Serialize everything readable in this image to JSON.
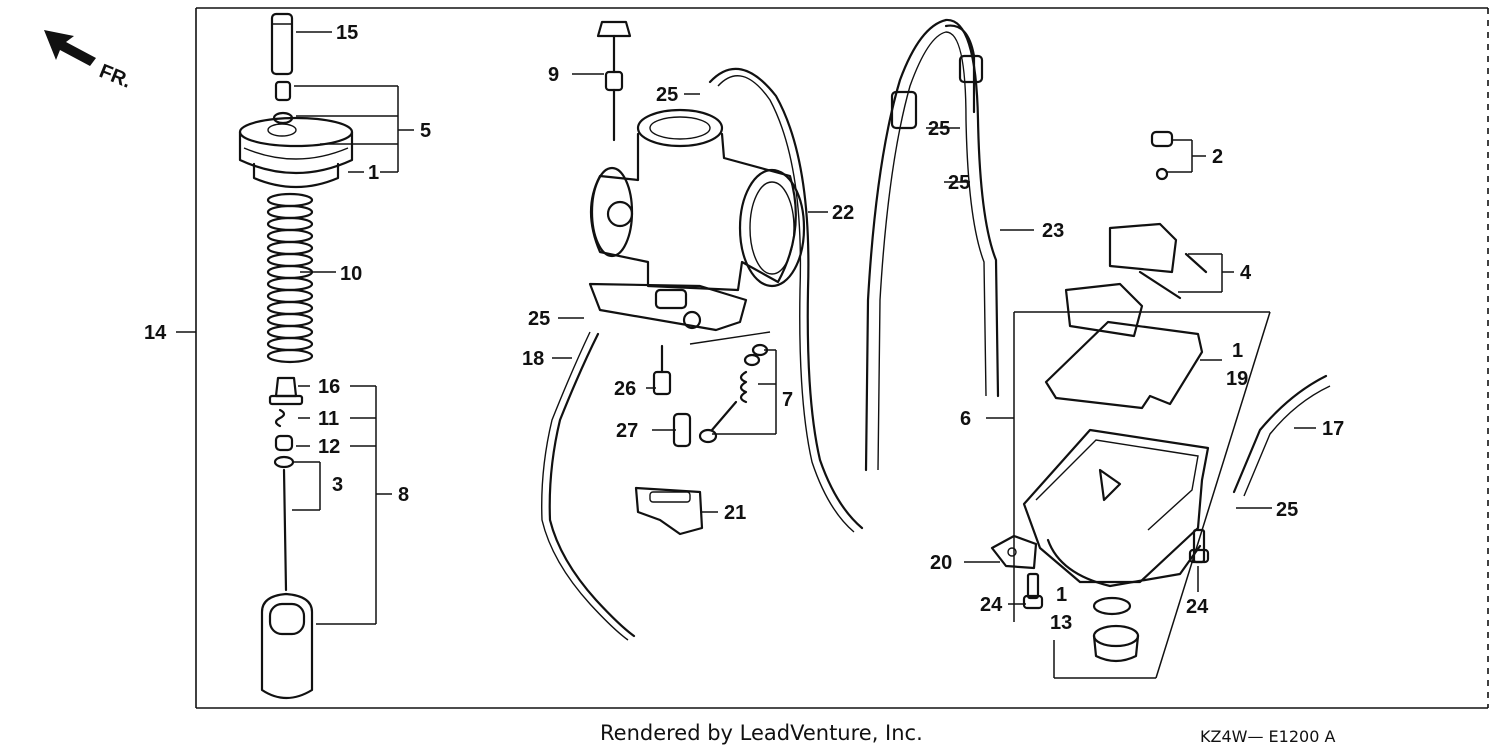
{
  "direction_marker": "FR.",
  "callouts": {
    "c1_top": "1",
    "c2": "2",
    "c3": "3",
    "c4": "4",
    "c5": "5",
    "c6": "6",
    "c7": "7",
    "c8": "8",
    "c9": "9",
    "c10": "10",
    "c11": "11",
    "c12": "12",
    "c13": "13",
    "c13_pre": "1",
    "c14": "14",
    "c15": "15",
    "c16": "16",
    "c17": "17",
    "c18": "18",
    "c19": "19",
    "c19_pre": "1",
    "c20": "20",
    "c21": "21",
    "c22": "22",
    "c23": "23",
    "c24_left": "24",
    "c24_right": "24",
    "c25_a": "25",
    "c25_b": "25",
    "c25_c": "25",
    "c25_d": "25",
    "c25_e": "25",
    "c26": "26",
    "c27": "27"
  },
  "footer": {
    "credit": "Rendered by LeadVenture, Inc.",
    "diagram_code": "KZ4W— E1200 A"
  }
}
